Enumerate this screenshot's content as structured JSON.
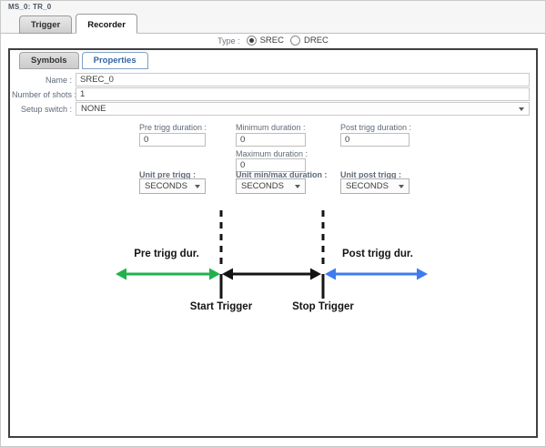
{
  "window": {
    "title": "MS_0: TR_0"
  },
  "tabs": [
    {
      "label": "Trigger",
      "active": false
    },
    {
      "label": "Recorder",
      "active": true
    }
  ],
  "type_row": {
    "label": "Type :",
    "options": [
      {
        "label": "SREC",
        "selected": true
      },
      {
        "label": "DREC",
        "selected": false
      }
    ]
  },
  "subtabs": [
    {
      "label": "Symbols",
      "active": false
    },
    {
      "label": "Properties",
      "active": true
    }
  ],
  "form": {
    "name": {
      "label": "Name :",
      "value": "SREC_0"
    },
    "shots": {
      "label": "Number of shots :",
      "value": "1"
    },
    "setup_switch": {
      "label": "Setup switch :",
      "value": "NONE"
    },
    "pre_trigg": {
      "label": "Pre trigg duration :",
      "value": "0"
    },
    "min_duration": {
      "label": "Minimum duration :",
      "value": "0"
    },
    "max_duration": {
      "label": "Maximum duration :",
      "value": "0"
    },
    "post_trigg": {
      "label": "Post trigg duration :",
      "value": "0"
    },
    "unit_pre": {
      "label": "Unit pre trigg :",
      "value": "SECONDS"
    },
    "unit_minmax": {
      "label": "Unit min/max duration :",
      "value": "SECONDS"
    },
    "unit_post": {
      "label": "Unit post trigg :",
      "value": "SECONDS"
    }
  },
  "diagram": {
    "pre_label": "Pre trigg dur.",
    "post_label": "Post trigg dur.",
    "start_label": "Start Trigger",
    "stop_label": "Stop Trigger",
    "colors": {
      "pre": "#21b14c",
      "mid": "#141414",
      "post": "#3e7bf0"
    }
  }
}
